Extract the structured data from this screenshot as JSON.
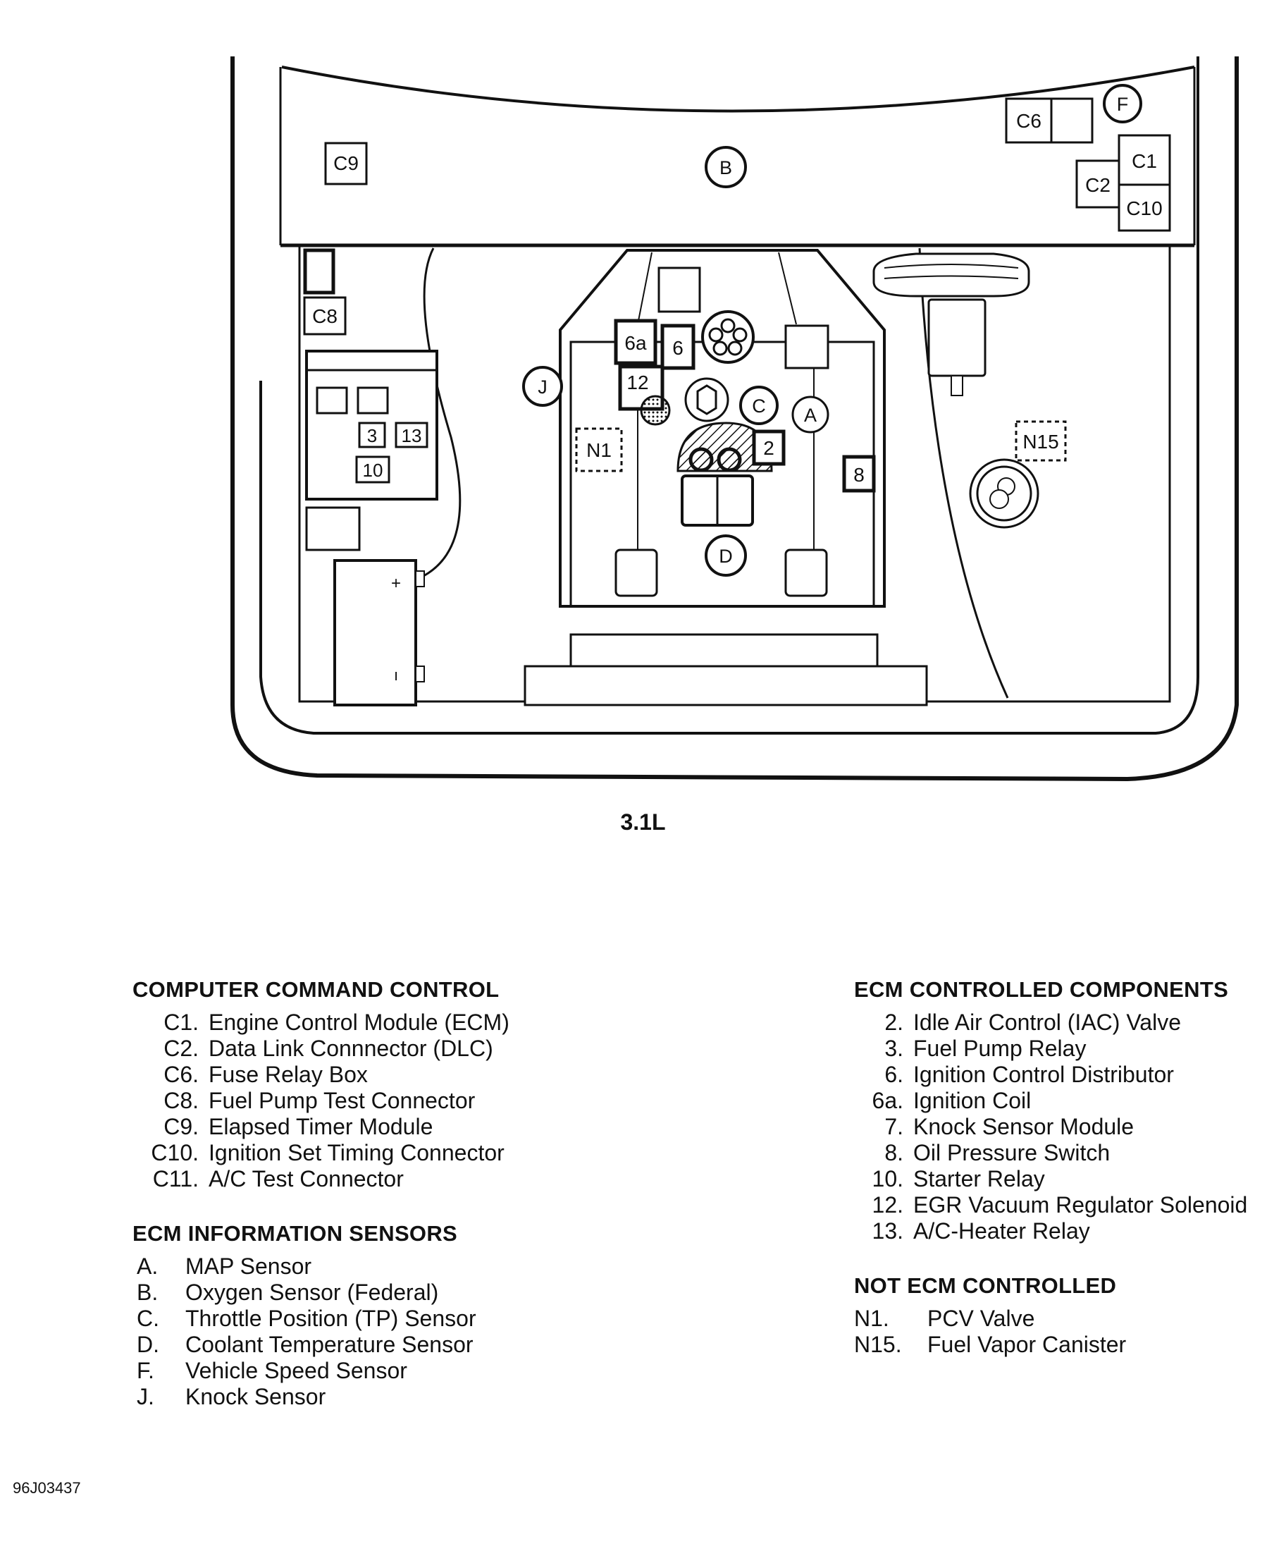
{
  "diagram": {
    "caption": "3.1L",
    "figure_id": "96J03437",
    "labels": {
      "C9": "C9",
      "B": "B",
      "C6": "C6",
      "F": "F",
      "C1": "C1",
      "C2": "C2",
      "C10": "C10",
      "C8": "C8",
      "n6a": "6a",
      "n6": "6",
      "n12": "12",
      "J": "J",
      "C": "C",
      "A": "A",
      "N1": "N1",
      "n2": "2",
      "n8": "8",
      "D": "D",
      "n3": "3",
      "n13": "13",
      "n10": "10",
      "N15": "N15",
      "plus": "+",
      "minus": "ı"
    }
  },
  "legend": {
    "computer_command_control": {
      "heading": "COMPUTER COMMAND CONTROL",
      "items": [
        {
          "code": "C1.",
          "text": "Engine Control Module (ECM)"
        },
        {
          "code": "C2.",
          "text": "Data Link Connnector (DLC)"
        },
        {
          "code": "C6.",
          "text": "Fuse Relay Box"
        },
        {
          "code": "C8.",
          "text": "Fuel Pump Test Connector"
        },
        {
          "code": "C9.",
          "text": "Elapsed Timer Module"
        },
        {
          "code": "C10.",
          "text": "Ignition Set Timing Connector"
        },
        {
          "code": "C11.",
          "text": "A/C Test Connector"
        }
      ]
    },
    "ecm_information_sensors": {
      "heading": "ECM INFORMATION SENSORS",
      "items": [
        {
          "code": "A.",
          "text": "MAP Sensor"
        },
        {
          "code": "B.",
          "text": "Oxygen Sensor (Federal)"
        },
        {
          "code": "C.",
          "text": "Throttle Position (TP) Sensor"
        },
        {
          "code": "D.",
          "text": "Coolant Temperature Sensor"
        },
        {
          "code": "F.",
          "text": "Vehicle Speed Sensor"
        },
        {
          "code": "J.",
          "text": "Knock Sensor"
        }
      ]
    },
    "ecm_controlled_components": {
      "heading": "ECM CONTROLLED COMPONENTS",
      "items": [
        {
          "code": "2.",
          "text": "Idle Air Control (IAC) Valve"
        },
        {
          "code": "3.",
          "text": "Fuel Pump Relay"
        },
        {
          "code": "6.",
          "text": "Ignition Control Distributor"
        },
        {
          "code": "6a.",
          "text": "Ignition Coil"
        },
        {
          "code": "7.",
          "text": "Knock Sensor Module"
        },
        {
          "code": "8.",
          "text": "Oil Pressure Switch"
        },
        {
          "code": "10.",
          "text": "Starter Relay"
        },
        {
          "code": "12.",
          "text": "EGR Vacuum Regulator Solenoid"
        },
        {
          "code": "13.",
          "text": "A/C-Heater Relay"
        }
      ]
    },
    "not_ecm_controlled": {
      "heading": "NOT ECM CONTROLLED",
      "items": [
        {
          "code": "N1.",
          "text": "PCV Valve"
        },
        {
          "code": "N15.",
          "text": "Fuel Vapor Canister"
        }
      ]
    }
  }
}
